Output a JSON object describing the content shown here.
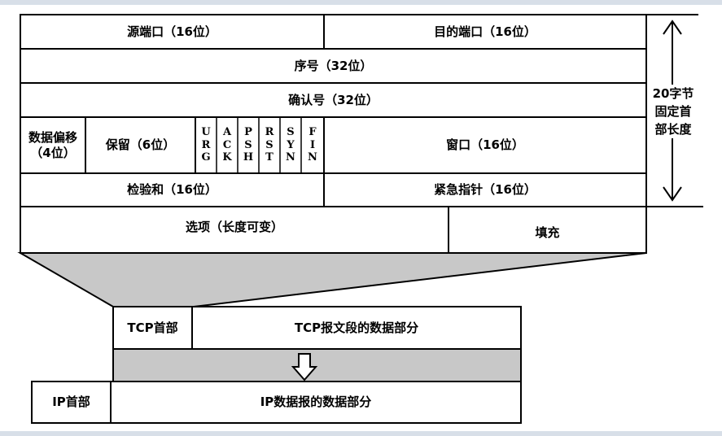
{
  "tcp_header": {
    "row1": {
      "src_port": "源端口（16位）",
      "dst_port": "目的端口（16位）"
    },
    "row2": {
      "seq": "序号（32位）"
    },
    "row3": {
      "ack": "确认号（32位）"
    },
    "row4": {
      "data_offset_line1": "数据偏移",
      "data_offset_line2": "（4位）",
      "reserved": "保留（6位）",
      "flags": [
        {
          "name": "URG",
          "chars": [
            "U",
            "R",
            "G"
          ]
        },
        {
          "name": "ACK",
          "chars": [
            "A",
            "C",
            "K"
          ]
        },
        {
          "name": "PSH",
          "chars": [
            "P",
            "S",
            "H"
          ]
        },
        {
          "name": "RST",
          "chars": [
            "R",
            "S",
            "T"
          ]
        },
        {
          "name": "SYN",
          "chars": [
            "S",
            "Y",
            "N"
          ]
        },
        {
          "name": "FIN",
          "chars": [
            "F",
            "I",
            "N"
          ]
        }
      ],
      "window": "窗口（16位）"
    },
    "row5": {
      "checksum": "检验和（16位）",
      "urgent_ptr": "紧急指针（16位）"
    },
    "row6": {
      "options": "选项（长度可变）",
      "padding": "填充"
    }
  },
  "side_annotation": {
    "lines": [
      "20字节",
      "固定首",
      "部长度"
    ]
  },
  "segment": {
    "tcp_header_label": "TCP首部",
    "tcp_data_label": "TCP报文段的数据部分"
  },
  "ip_datagram": {
    "ip_header_label": "IP首部",
    "ip_data_label": "IP数据报的数据部分"
  },
  "colors": {
    "funnel_fill": "#c8c8c8",
    "border": "#000000",
    "strip": "#d8dfe8"
  }
}
